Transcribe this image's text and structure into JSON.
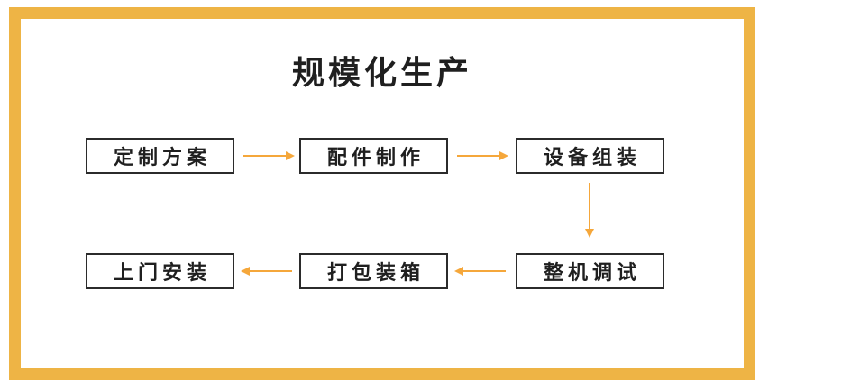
{
  "title": "规模化生产",
  "colors": {
    "frame": "#EEB445",
    "arrow": "#F5A73B",
    "box_border": "#2B2B2B",
    "text": "#1F1F1F"
  },
  "steps": [
    {
      "id": "custom-plan",
      "label": "定制方案"
    },
    {
      "id": "parts-production",
      "label": "配件制作"
    },
    {
      "id": "equipment-assembly",
      "label": "设备组装"
    },
    {
      "id": "machine-debugging",
      "label": "整机调试"
    },
    {
      "id": "packing",
      "label": "打包装箱"
    },
    {
      "id": "onsite-installation",
      "label": "上门安装"
    }
  ],
  "arrows": [
    {
      "from": "定制方案",
      "to": "配件制作",
      "direction": "right"
    },
    {
      "from": "配件制作",
      "to": "设备组装",
      "direction": "right"
    },
    {
      "from": "设备组装",
      "to": "整机调试",
      "direction": "down"
    },
    {
      "from": "整机调试",
      "to": "打包装箱",
      "direction": "left"
    },
    {
      "from": "打包装箱",
      "to": "上门安装",
      "direction": "left"
    }
  ]
}
